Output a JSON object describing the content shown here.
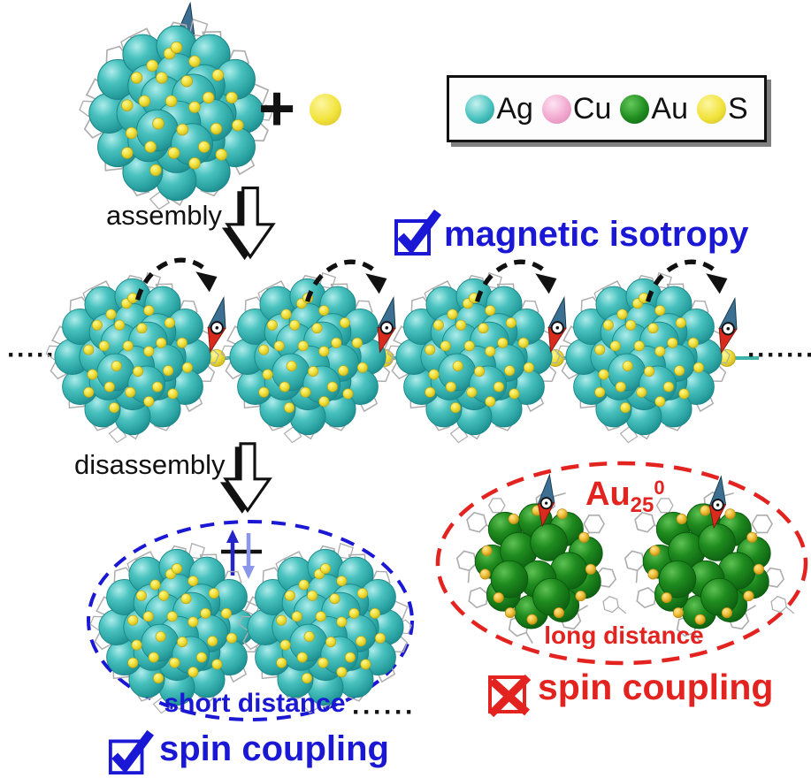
{
  "colors": {
    "blue": "#1a18d4",
    "red": "#e32320",
    "ink": "#111111",
    "ag": "#49c2bf",
    "cu": "#f2a8cf",
    "au": "#1f8c1f",
    "s": "#f2e33c",
    "s-gold": "#f2c33c",
    "compass-blue": "#3d6f92",
    "compass-red": "#d92a1e",
    "ligand": "#adadad",
    "link": "#3fb3a8",
    "spin-up": "#2424c8",
    "spin-down": "#8a96ea"
  },
  "legend": {
    "items": [
      {
        "label": "Ag"
      },
      {
        "label": "Cu"
      },
      {
        "label": "Au"
      },
      {
        "label": "S"
      }
    ]
  },
  "top": {
    "plus": "+"
  },
  "steps": {
    "assembly": "assembly",
    "disassembly": "disassembly"
  },
  "chain": {
    "ellipsis_left": "·······",
    "ellipsis_right": "·······"
  },
  "callouts": {
    "magnetic_isotropy": "magnetic isotropy",
    "spin_coupling_short": "spin coupling",
    "spin_coupling_long": "spin coupling",
    "short_distance": "short distance",
    "long_distance": "long distance",
    "pair_ellipsis": "······",
    "au25": {
      "element": "Au",
      "subscript": "25",
      "superscript": "0"
    }
  }
}
